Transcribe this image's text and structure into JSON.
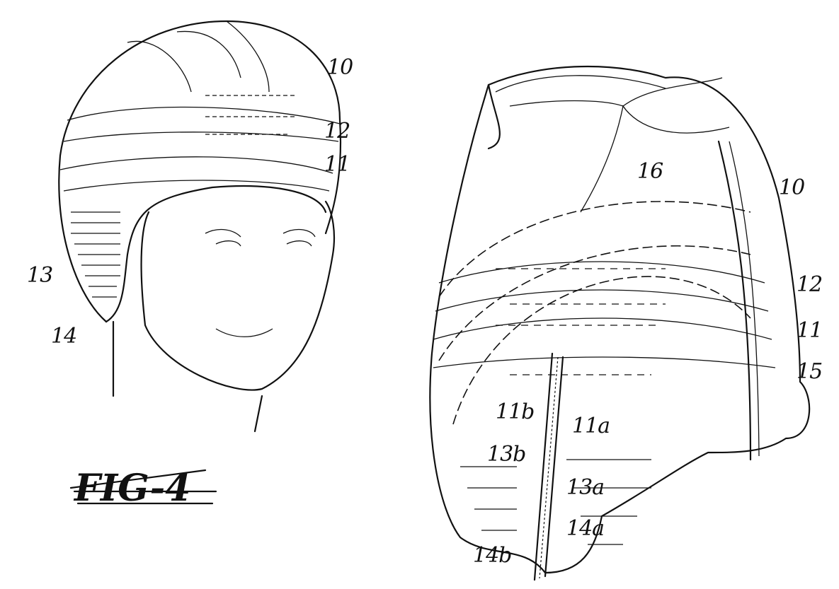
{
  "figure_label": "FIG-4",
  "left_view": {
    "labels": {
      "cap": "10",
      "band": "12",
      "body": "11",
      "ear_flap": "13",
      "flap_edge": "14"
    }
  },
  "right_view": {
    "labels": {
      "cap": "10",
      "band": "12",
      "body": "11",
      "seam": "15",
      "crown_seams": "16",
      "slit_edge_a": "11a",
      "slit_edge_b": "11b",
      "flap_a": "13a",
      "flap_b": "13b",
      "edge_a": "14a",
      "edge_b": "14b"
    }
  }
}
